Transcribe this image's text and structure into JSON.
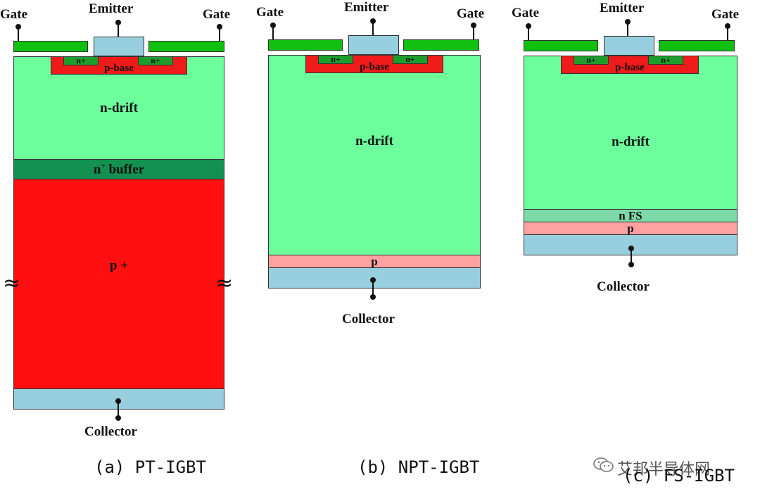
{
  "colors": {
    "gate": "#11bf11",
    "emitter": "#98cfde",
    "collector": "#98cfde",
    "nplus": "#1d9e2c",
    "pbase": "#ef1a1a",
    "ndrift": "#6cff9c",
    "buffer": "#139150",
    "pplus": "#ff0f0f",
    "p": "#ffa1a1",
    "fs": "#7ed9a8"
  },
  "terminals": {
    "gate": "Gate",
    "emitter": "Emitter",
    "collector": "Collector"
  },
  "regions": {
    "nplus": "n+",
    "pbase": "p-base",
    "ndrift": "n-drift",
    "pplus": "p +",
    "p": "p",
    "fs": "n FS",
    "buffer_base": "n",
    "buffer_sup": "+",
    "buffer_word": " buffer"
  },
  "captions": {
    "a": "(a) PT-IGBT",
    "b": "(b) NPT-IGBT",
    "c": "(c) FS-IGBT"
  },
  "watermark": "艾邦半导体网"
}
